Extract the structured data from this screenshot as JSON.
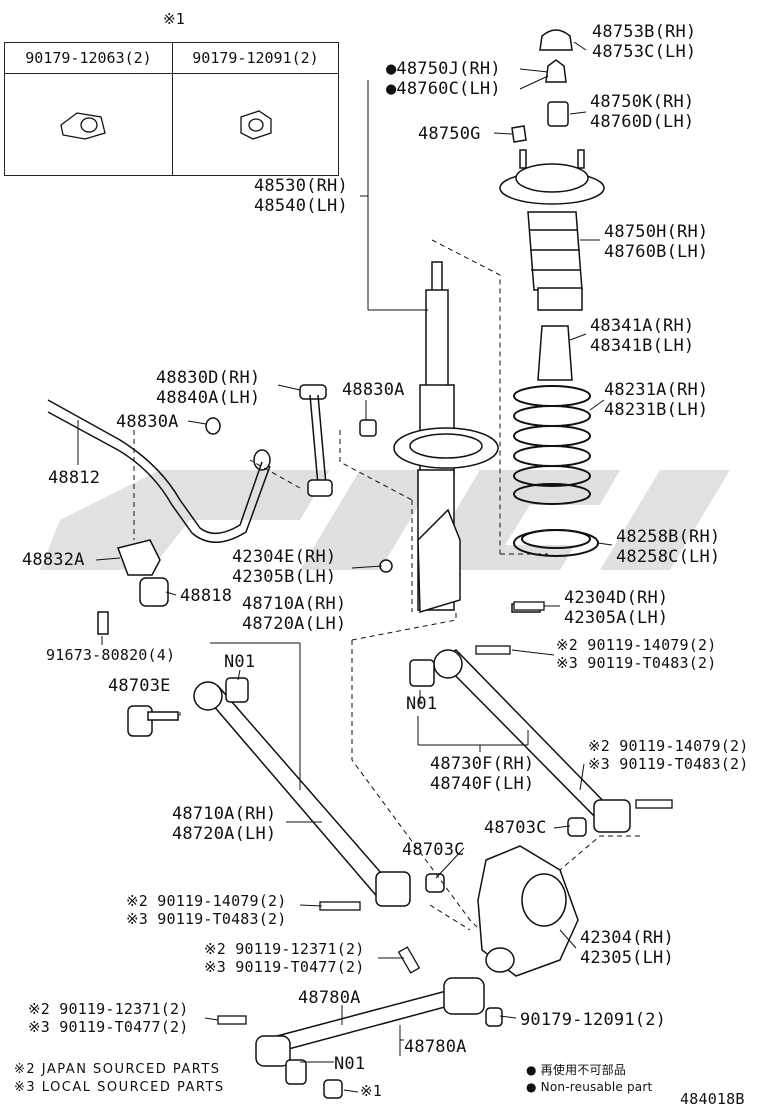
{
  "footnote_mark": "※1",
  "table": {
    "col1": "90179-12063(2)",
    "col2": "90179-12091(2)"
  },
  "labels": {
    "p48753": [
      "48753B(RH)",
      "48753C(LH)"
    ],
    "p48750J": [
      "●48750J(RH)",
      "●48760C(LH)"
    ],
    "p48750K": [
      "48750K(RH)",
      "48760D(LH)"
    ],
    "p48750G": "48750G",
    "p48530": [
      "48530(RH)",
      "48540(LH)"
    ],
    "p48750H": [
      "48750H(RH)",
      "48760B(LH)"
    ],
    "p48341": [
      "48341A(RH)",
      "48341B(LH)"
    ],
    "p48830D": [
      "48830D(RH)",
      "48840A(LH)"
    ],
    "p48830A_r": "48830A",
    "p48830A_l": "48830A",
    "p48231": [
      "48231A(RH)",
      "48231B(LH)"
    ],
    "p48812": "48812",
    "p48258": [
      "48258B(RH)",
      "48258C(LH)"
    ],
    "p48832A": "48832A",
    "p42304E": [
      "42304E(RH)",
      "42305B(LH)"
    ],
    "p48818": "48818",
    "p42304D": [
      "42304D(RH)",
      "42305A(LH)"
    ],
    "p48710A_top": [
      "48710A(RH)",
      "48720A(LH)"
    ],
    "p91673": "91673-80820(4)",
    "p90119_14079_a": [
      "※2 90119-14079(2)",
      "※3 90119-T0483(2)"
    ],
    "pN01_a": "N01",
    "p48703E": "48703E",
    "pN01_b": "N01",
    "p48730F": [
      "48730F(RH)",
      "48740F(LH)"
    ],
    "p90119_14079_b": [
      "※2 90119-14079(2)",
      "※3 90119-T0483(2)"
    ],
    "p48710A_mid": [
      "48710A(RH)",
      "48720A(LH)"
    ],
    "p48703C_r": "48703C",
    "p48703C_m": "48703C",
    "p90119_14079_c": [
      "※2 90119-14079(2)",
      "※3 90119-T0483(2)"
    ],
    "p42304": [
      "42304(RH)",
      "42305(LH)"
    ],
    "p90119_12371_a": [
      "※2 90119-12371(2)",
      "※3 90119-T0477(2)"
    ],
    "p48780A_top": "48780A",
    "p90119_12371_b": [
      "※2 90119-12371(2)",
      "※3 90119-T0477(2)"
    ],
    "p90179_12091": "90179-12091(2)",
    "p48780A_bot": "48780A",
    "pN01_c": "N01",
    "mark1": "※1"
  },
  "notes": {
    "japan": "※2 JAPAN SOURCED PARTS",
    "local": "※3 LOCAL SOURCED PARTS"
  },
  "legend": {
    "jp": "● 再使用不可部品",
    "en": "● Non-reusable part"
  },
  "figure_code": "484018B"
}
